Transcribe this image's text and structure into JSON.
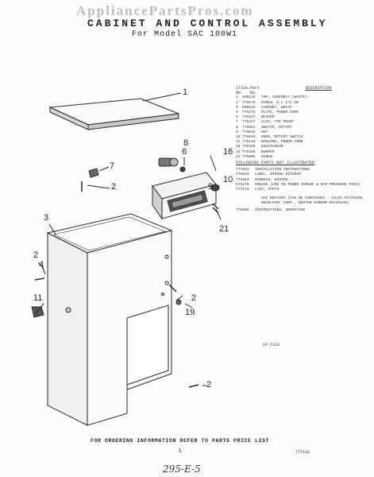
{
  "watermark": "AppliancePartsPros.com",
  "title": "CABINET AND CONTROL ASSEMBLY",
  "subtitle": "For Model SAC 100W1",
  "callouts": [
    "1",
    "8",
    "7",
    "6",
    "2",
    "16",
    "10",
    "9",
    "3",
    "21",
    "2",
    "4",
    "11",
    "2",
    "19",
    "2"
  ],
  "parts_header": {
    "illus": "Illus. No.",
    "part": "Part No.",
    "description": "DESCRIPTION"
  },
  "parts": [
    {
      "no": "1",
      "part": "608116",
      "desc": "TOP, ASSEMBLY (WHITE)"
    },
    {
      "no": "2",
      "part": "776076",
      "desc": "SCREW, 8 x 1/2 AB"
    },
    {
      "no": "3",
      "part": "608122",
      "desc": "CABINET, WHITE"
    },
    {
      "no": "4",
      "part": "776476",
      "desc": "PLATE, POWER CORD"
    },
    {
      "no": "6",
      "part": "776187",
      "desc": "WASHER"
    },
    {
      "no": "7",
      "part": "776427",
      "desc": "CLIP, TOP MOUNT"
    },
    {
      "no": "8",
      "part": "776652",
      "desc": "SWITCH, ROTARY"
    },
    {
      "no": "9",
      "part": "776628",
      "desc": "NUT"
    },
    {
      "no": "10",
      "part": "776804",
      "desc": "KNOB, ROTARY SWITCH"
    },
    {
      "no": "11",
      "part": "776119",
      "desc": "BUSHING, POWER CORD"
    },
    {
      "no": "16",
      "part": "776459",
      "desc": "ESCUTCHEON"
    },
    {
      "no": "19",
      "part": "775186",
      "desc": "BUMPER"
    },
    {
      "no": "21",
      "part": "775805",
      "desc": "SCREW"
    }
  ],
  "following_label": "FOLLOWING PARTS NOT ILLUSTRATED",
  "extra_parts": [
    {
      "part": "777063",
      "desc": "INSTALLATION INSTRUCTIONS"
    },
    {
      "part": "776533",
      "desc": "LABEL, WIRING DIAGRAM"
    },
    {
      "part": "778384",
      "desc": "HARNESS, WIRING"
    },
    {
      "part": "675176",
      "desc": "GREASE (USE ON POWER SCREWS & RAM PRESSURE PADS)"
    },
    {
      "part": "777133",
      "desc": "LIST, PARTS"
    }
  ],
  "repair_note": "SAC REPAIRS (CAN BE PURCHASED - SALES DIVISION, WHIRLPOOL CORP., BENTON HARBOR MICHIGAN)",
  "extra_parts_2": [
    {
      "part": "776809",
      "desc": "INSTRUCTIONS, OPERATING"
    }
  ],
  "cp_number": "CP-7133",
  "footer": "FOR ORDERING INFORMATION REFER TO PARTS PRICE LIST",
  "page_number": "5",
  "doc_number": "777133",
  "handwritten": "295-E-5"
}
